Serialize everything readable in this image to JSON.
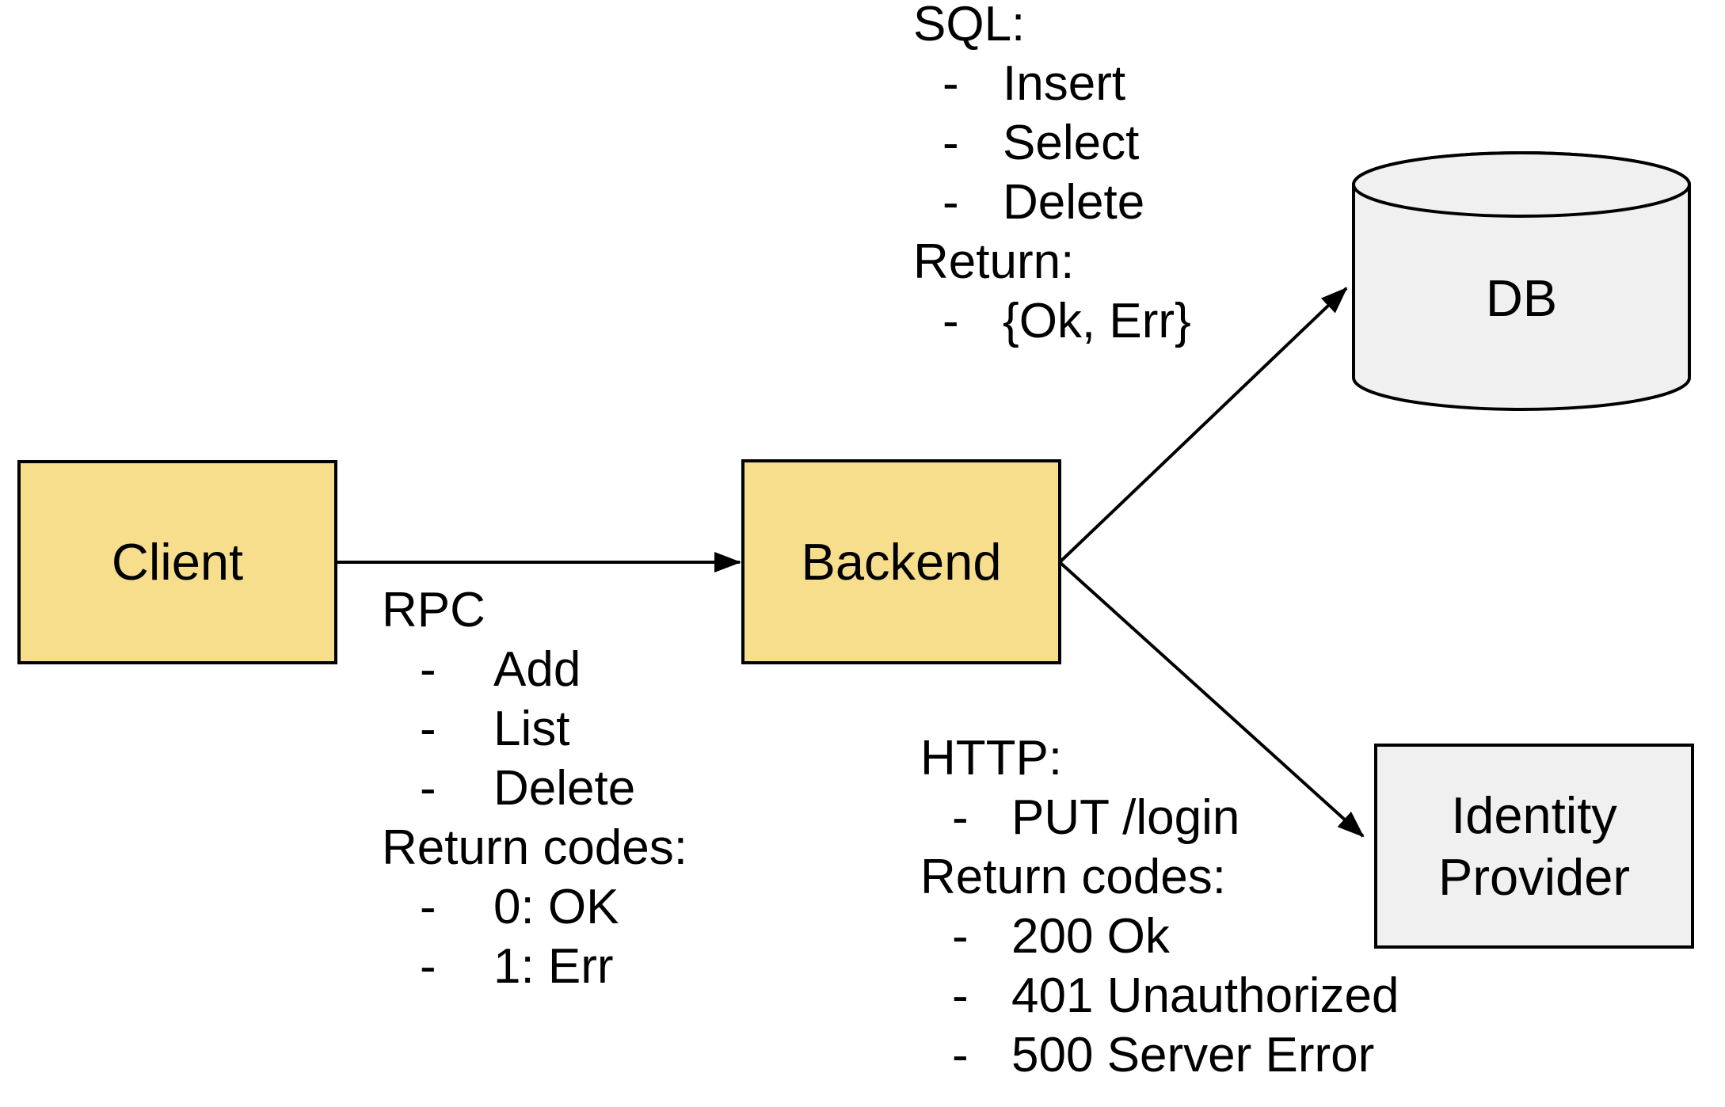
{
  "colors": {
    "node_yellow": "#F6DE8D",
    "node_gray": "#F0F0F0",
    "stroke": "#000000",
    "background": "#FFFFFF"
  },
  "nodes": {
    "client": {
      "label": "Client"
    },
    "backend": {
      "label": "Backend"
    },
    "db": {
      "label": "DB"
    },
    "identity_provider": {
      "label": "Identity Provider"
    }
  },
  "edges": [
    {
      "from": "Client",
      "to": "Backend"
    },
    {
      "from": "Backend",
      "to": "DB"
    },
    {
      "from": "Backend",
      "to": "Identity Provider"
    }
  ],
  "annotations": {
    "bullet_char": "-",
    "rpc": {
      "lines": [
        {
          "bullet": false,
          "text": "RPC"
        },
        {
          "bullet": true,
          "text": "Add"
        },
        {
          "bullet": true,
          "text": "List"
        },
        {
          "bullet": true,
          "text": "Delete"
        },
        {
          "bullet": false,
          "text": "Return codes:"
        },
        {
          "bullet": true,
          "text": "0: OK"
        },
        {
          "bullet": true,
          "text": "1: Err"
        }
      ]
    },
    "sql": {
      "lines": [
        {
          "bullet": false,
          "text": "SQL:"
        },
        {
          "bullet": true,
          "text": "Insert"
        },
        {
          "bullet": true,
          "text": "Select"
        },
        {
          "bullet": true,
          "text": "Delete"
        },
        {
          "bullet": false,
          "text": "Return:"
        },
        {
          "bullet": true,
          "text": "{Ok, Err}"
        }
      ]
    },
    "http": {
      "lines": [
        {
          "bullet": false,
          "text": "HTTP:"
        },
        {
          "bullet": true,
          "text": "PUT /login"
        },
        {
          "bullet": false,
          "text": "Return codes:"
        },
        {
          "bullet": true,
          "text": "200 Ok"
        },
        {
          "bullet": true,
          "text": "401 Unauthorized"
        },
        {
          "bullet": true,
          "text": "500 Server Error"
        }
      ]
    }
  }
}
